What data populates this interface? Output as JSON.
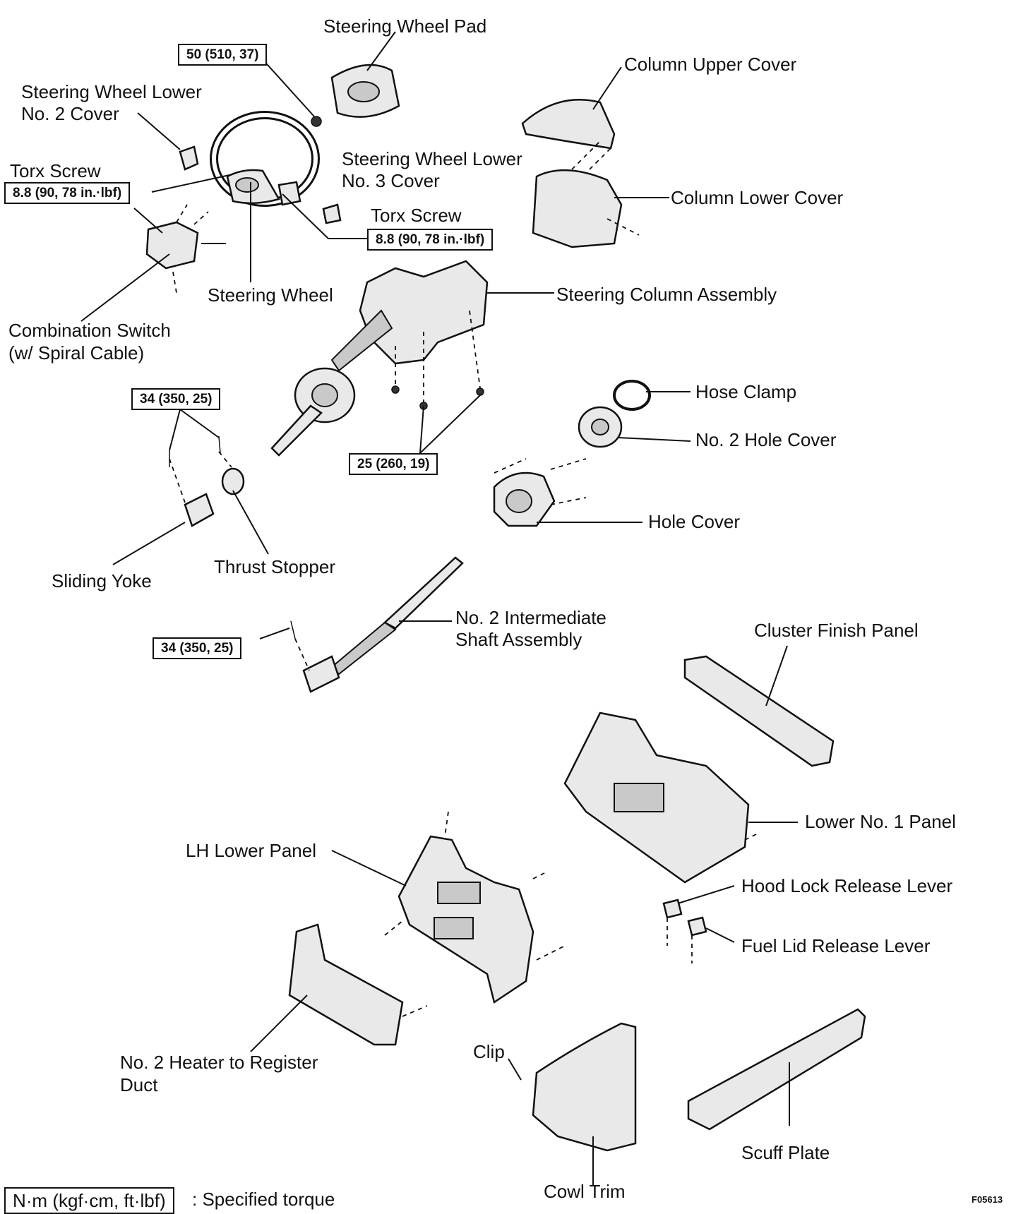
{
  "labels": {
    "steering_wheel_pad": "Steering Wheel Pad",
    "column_upper_cover": "Column Upper Cover",
    "steering_wheel_lower_no2_cover": [
      "Steering Wheel Lower",
      "No. 2 Cover"
    ],
    "torx_screw_left": "Torx Screw",
    "steering_wheel_lower_no3_cover": [
      "Steering Wheel Lower",
      "No. 3 Cover"
    ],
    "column_lower_cover": "Column Lower Cover",
    "torx_screw_right": "Torx Screw",
    "steering_wheel": "Steering Wheel",
    "steering_column_assembly": "Steering Column Assembly",
    "combination_switch": [
      "Combination Switch",
      "(w/ Spiral Cable)"
    ],
    "hose_clamp": "Hose Clamp",
    "no2_hole_cover": "No. 2 Hole Cover",
    "hole_cover": "Hole Cover",
    "sliding_yoke": "Sliding Yoke",
    "thrust_stopper": "Thrust Stopper",
    "no2_intermediate_shaft": [
      "No. 2 Intermediate",
      "Shaft Assembly"
    ],
    "cluster_finish_panel": "Cluster Finish Panel",
    "lower_no1_panel": "Lower No. 1 Panel",
    "lh_lower_panel": "LH Lower Panel",
    "hood_lock_release_lever": "Hood Lock Release Lever",
    "fuel_lid_release_lever": "Fuel Lid Release Lever",
    "no2_heater_duct": [
      "No. 2 Heater to Register",
      "Duct"
    ],
    "clip": "Clip",
    "scuff_plate": "Scuff Plate",
    "cowl_trim": "Cowl Trim"
  },
  "torques": {
    "pad_nut": "50 (510, 37)",
    "torx_left": "8.8 (90, 78 in.·lbf)",
    "torx_right": "8.8 (90, 78 in.·lbf)",
    "yoke_bolts": "34 (350, 25)",
    "column_nuts": "25 (260, 19)",
    "shaft_bolt": "34 (350, 25)"
  },
  "legend": {
    "box": "N·m (kgf·cm, ft·lbf)",
    "text": ": Specified torque"
  },
  "figure_code": "F05613"
}
